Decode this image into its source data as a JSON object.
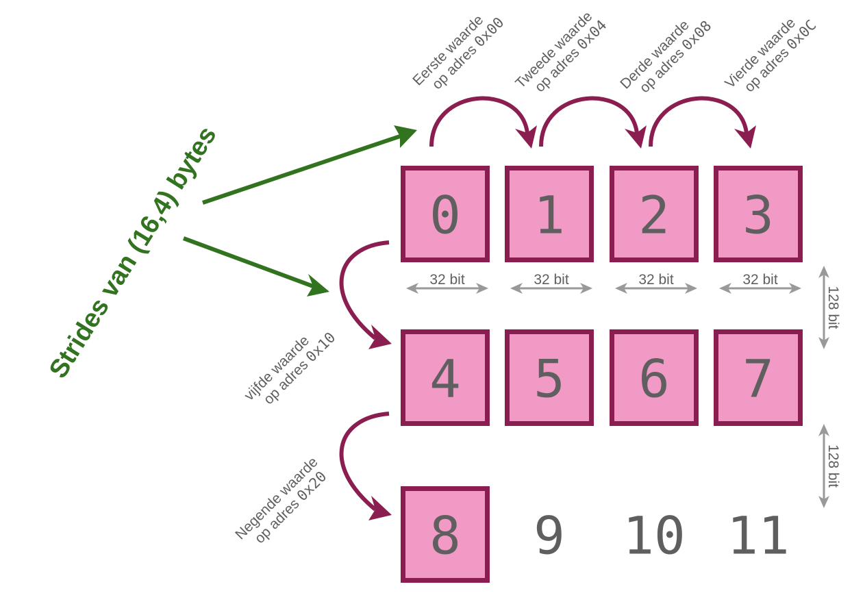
{
  "colors": {
    "cell_fill": "#f29ac6",
    "cell_border": "#8b1e50",
    "hop_arrow": "#8b1e50",
    "stride_arrow": "#327320",
    "dimension_arrow": "#999999",
    "text": "#5f5f5f"
  },
  "title": "Strides van (16,4) bytes",
  "cells": [
    {
      "label": "0",
      "boxed": true
    },
    {
      "label": "1",
      "boxed": true
    },
    {
      "label": "2",
      "boxed": true
    },
    {
      "label": "3",
      "boxed": true
    },
    {
      "label": "4",
      "boxed": true
    },
    {
      "label": "5",
      "boxed": true
    },
    {
      "label": "6",
      "boxed": true
    },
    {
      "label": "7",
      "boxed": true
    },
    {
      "label": "8",
      "boxed": true
    },
    {
      "label": "9",
      "boxed": false
    },
    {
      "label": "10",
      "boxed": false
    },
    {
      "label": "11",
      "boxed": false
    }
  ],
  "annotations": {
    "top": [
      {
        "line1": "Eerste waarde",
        "line2_prefix": "op adres ",
        "address": "0x00"
      },
      {
        "line1": "Tweede waarde",
        "line2_prefix": "op adres ",
        "address": "0x04"
      },
      {
        "line1": "Derde waarde",
        "line2_prefix": "op adres ",
        "address": "0x08"
      },
      {
        "line1": "Vierde waarde",
        "line2_prefix": "op adres ",
        "address": "0x0C"
      }
    ],
    "left": [
      {
        "line1": "vijfde waarde",
        "line2_prefix": "op adres ",
        "address": "0x10"
      },
      {
        "line1": "Negende waarde",
        "line2_prefix": "op adres ",
        "address": "0x20"
      }
    ]
  },
  "dimensions": {
    "element_width": "32 bit",
    "row_stride": "128 bit"
  }
}
